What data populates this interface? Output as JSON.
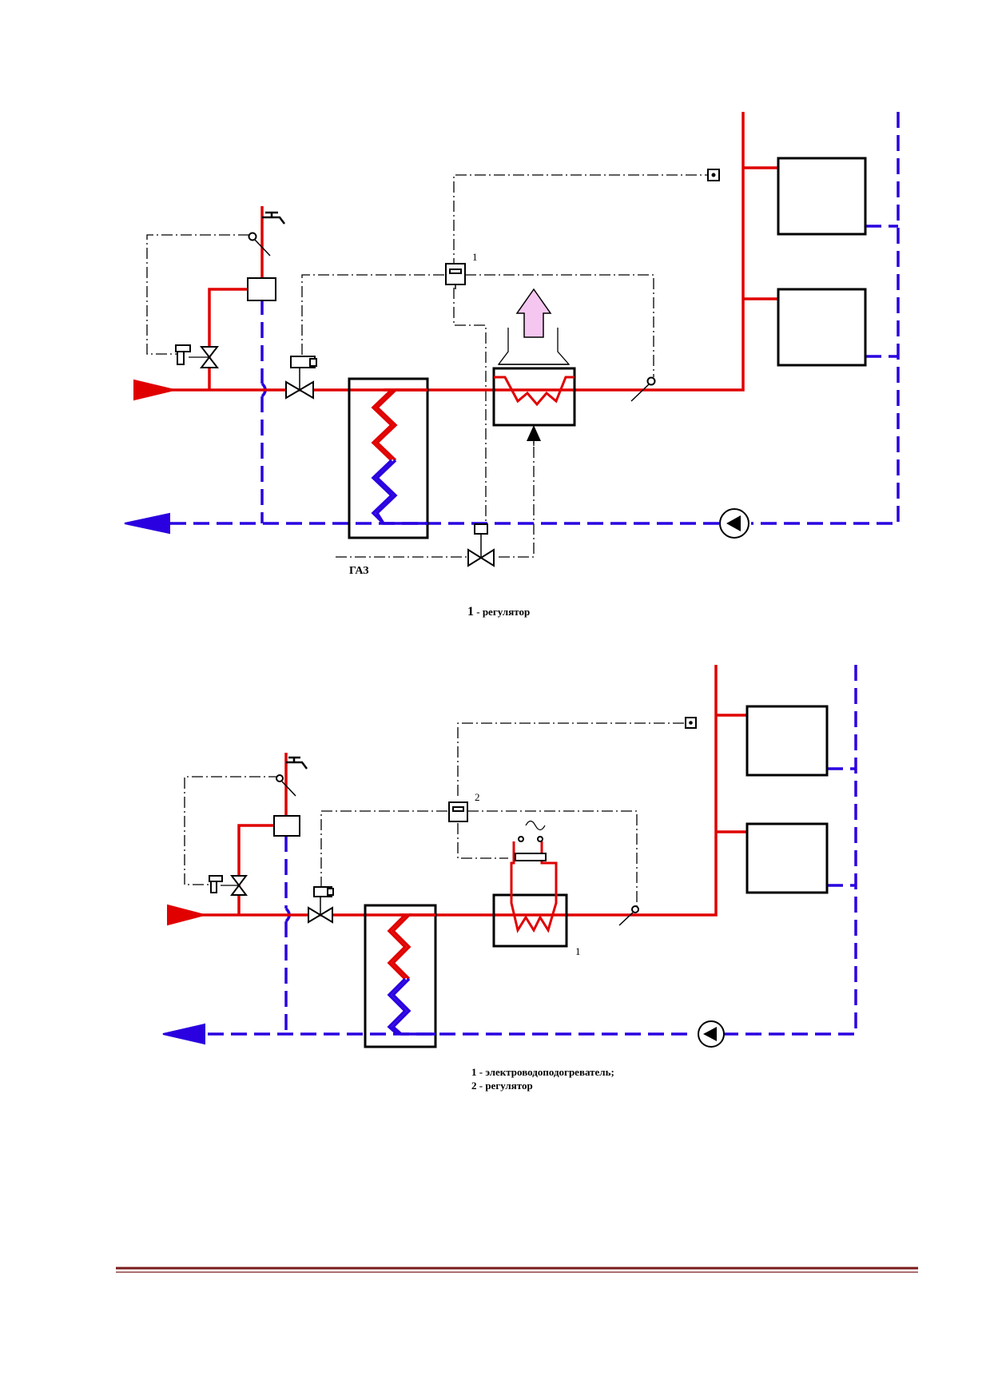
{
  "diagram1": {
    "regulator_number": "1",
    "gas_label": "ГАЗ",
    "caption_number": "1",
    "caption_text": " - регулятор"
  },
  "diagram2": {
    "regulator_number": "2",
    "heater_number": "1",
    "caption_line1": "1 - электроводоподогреватель;",
    "caption_line2": "2 - регулятор"
  },
  "colors": {
    "supply": "#e00000",
    "return": "#2a00e0",
    "control": "#000000",
    "exhaust": "#f5c6f0",
    "footer_rule": "#7a1a1a"
  }
}
